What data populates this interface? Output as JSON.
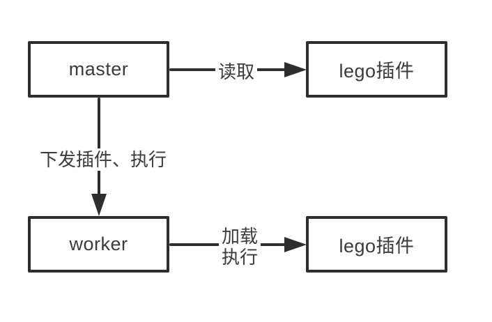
{
  "diagram": {
    "nodes": [
      {
        "id": "master",
        "label": "master"
      },
      {
        "id": "lego-top",
        "label": "lego插件"
      },
      {
        "id": "worker",
        "label": "worker"
      },
      {
        "id": "lego-bottom",
        "label": "lego插件"
      }
    ],
    "edges": [
      {
        "from": "master",
        "to": "lego-top",
        "direction": "right",
        "label": "读取"
      },
      {
        "from": "master",
        "to": "worker",
        "direction": "down",
        "label": "下发插件、执行"
      },
      {
        "from": "worker",
        "to": "lego-bottom",
        "direction": "right",
        "label": "加载\n执行"
      }
    ],
    "colors": {
      "stroke": "#2e2e2e",
      "text": "#3b3b3b",
      "background": "#ffffff"
    }
  }
}
